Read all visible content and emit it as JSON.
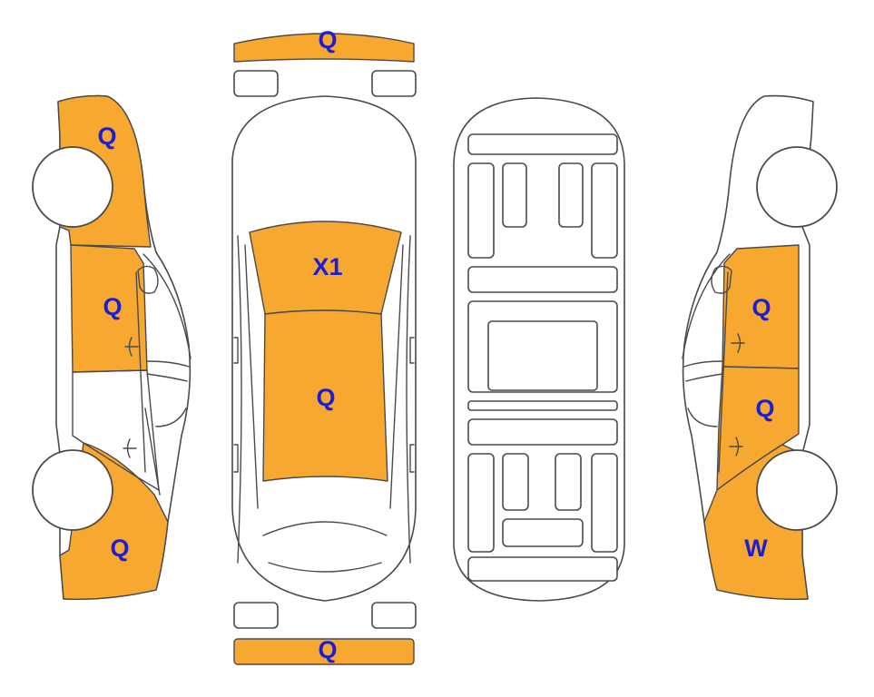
{
  "colors": {
    "damage_fill": "#f7a830",
    "label_text": "#1d1dd4",
    "outline": "#4a4a4a",
    "body": "#ffffff"
  },
  "top_view": {
    "front_bumper_label": "Q",
    "hood_label": "X1",
    "roof_label": "Q",
    "rear_bumper_label": "Q"
  },
  "left_side": {
    "front_fender_label": "Q",
    "front_door_label": "Q",
    "rear_quarter_label": "Q"
  },
  "right_side": {
    "front_door_label": "Q",
    "rear_door_label": "Q",
    "rear_quarter_label": "W"
  }
}
